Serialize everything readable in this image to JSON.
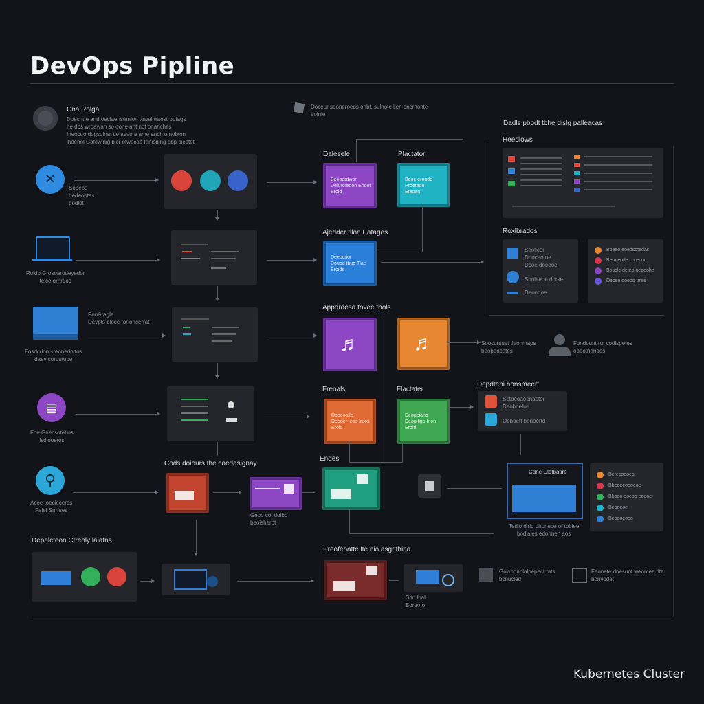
{
  "title": "DevOps Pipline",
  "footer_label": "Kubernetes Cluster",
  "header": {
    "left_heading": "Cna Rolga",
    "left_text": [
      "Doecnt e and oeciaenstanion towel traostropfags",
      "he dos wroawan so oone ant not onanches",
      "Ineoct o dogsolnat tie aevo a ame anch omobton",
      "lhoenol Gafcwinig bicr ofwecap fanisding obp bicbtet"
    ],
    "center_text": [
      "Doceur sooneroeds onbt, sulnote llen encrnonte",
      "eoinie"
    ]
  },
  "left_items": [
    {
      "caption": "Sobebs\nbedeontas\npodlot"
    },
    {
      "caption": "Roidb Grosoarodeyedor\nteice orhrdos"
    },
    {
      "caption": "Pon&ragle\nDevpts bloce tor oncerrat"
    },
    {
      "caption": "Fosdcrion sreoneriottos\ndaev coroutuoe"
    },
    {
      "caption": "Foe Gnecsotetios\nlsdlooetos"
    },
    {
      "caption": "Acee toecieceros\nFaiel Snrfues"
    }
  ],
  "section_labels": {
    "dalesete": "Dalesele",
    "plactator": "Plactator",
    "ajedder": "Ajedder tllon Eatages",
    "appdrdesa": "Appdrdesa tovee tbols",
    "freoals": "Freoals",
    "flactater": "Flactater",
    "cods": "Cods doiours the coedasignay",
    "endes": "Endes",
    "depalcteon": "Depalcteon Ctreoly laiafns",
    "preofeoatte": "Preofeoatte lte nio asgrithina",
    "dedis_panel": "Dadls pbodt tbhe dislg palleacas",
    "heedlows": "Heedlows",
    "roxlbrados": "Roxlbrados",
    "depdteni": "Depdteni honsmeert"
  },
  "nodes": {
    "purple_top": "Beooerdwor\nDeiurcreoon Enoot\nEroid",
    "cyan_top": "Beoe eronde\nProetaon\nEteoen",
    "blue_mid": "Deeocrior\nDouod tbuo Tlae\nEroids",
    "orange_mid": "Dooeoalle\nDeooer leoe Ireos\nEroid",
    "green_mid": "Deopeiand\nDeop ligo Inon\nEroid"
  },
  "right_side": {
    "person_caption": "Soocuntuet tleonmaps\nbeopencates",
    "person_caption2": "Fondount rut codlspetes\nobeothanoes",
    "monitor_caption": "Tedlo dirlo dhunece of tbblee\nbodlaies edonnen aos",
    "monitor_title": "Cdne Clotbatire",
    "bottom_caption": "Gownonblalpepect tats\nbcnucled",
    "bottom_caption2": "Feonete dnesuot weorcee tlte\nbonvodet"
  },
  "misc_captions": {
    "cods_caption": "Geoo cot doibo\nbeoisherot",
    "bottom_mid_caption": "Sdn lbal\nBoreoto",
    "depl_caption": "Setbeoaoenaeter\nDeoboefoe",
    "depl_caption2": "Oeboett bonoertd"
  },
  "rox_list_right": [
    "Boeeo eoedsotedas",
    "Beoneotle corenor",
    "Bosolc deteo neoeohe",
    "Decee doebo trrae"
  ],
  "rox_list_left": [
    "Seolicor",
    "Dboceotoe",
    "Dcoe doeeoe",
    "Sboleeoe dorse",
    "Deondoe"
  ],
  "bottom_right_list": [
    "Berecoeoeo",
    "Bbeoeeoeoeoe",
    "Bhoeo eoebo eoeoe",
    "Beoeeoe",
    "Beoeoeoeo"
  ],
  "colors": {
    "purple": "#8d46c4",
    "cyan": "#1fb3c3",
    "blue": "#2a7fd9",
    "orange": "#e88732",
    "red_orange": "#d9563a",
    "green": "#40a853",
    "teal": "#1f9f7f",
    "maroon": "#7a2b2b"
  }
}
